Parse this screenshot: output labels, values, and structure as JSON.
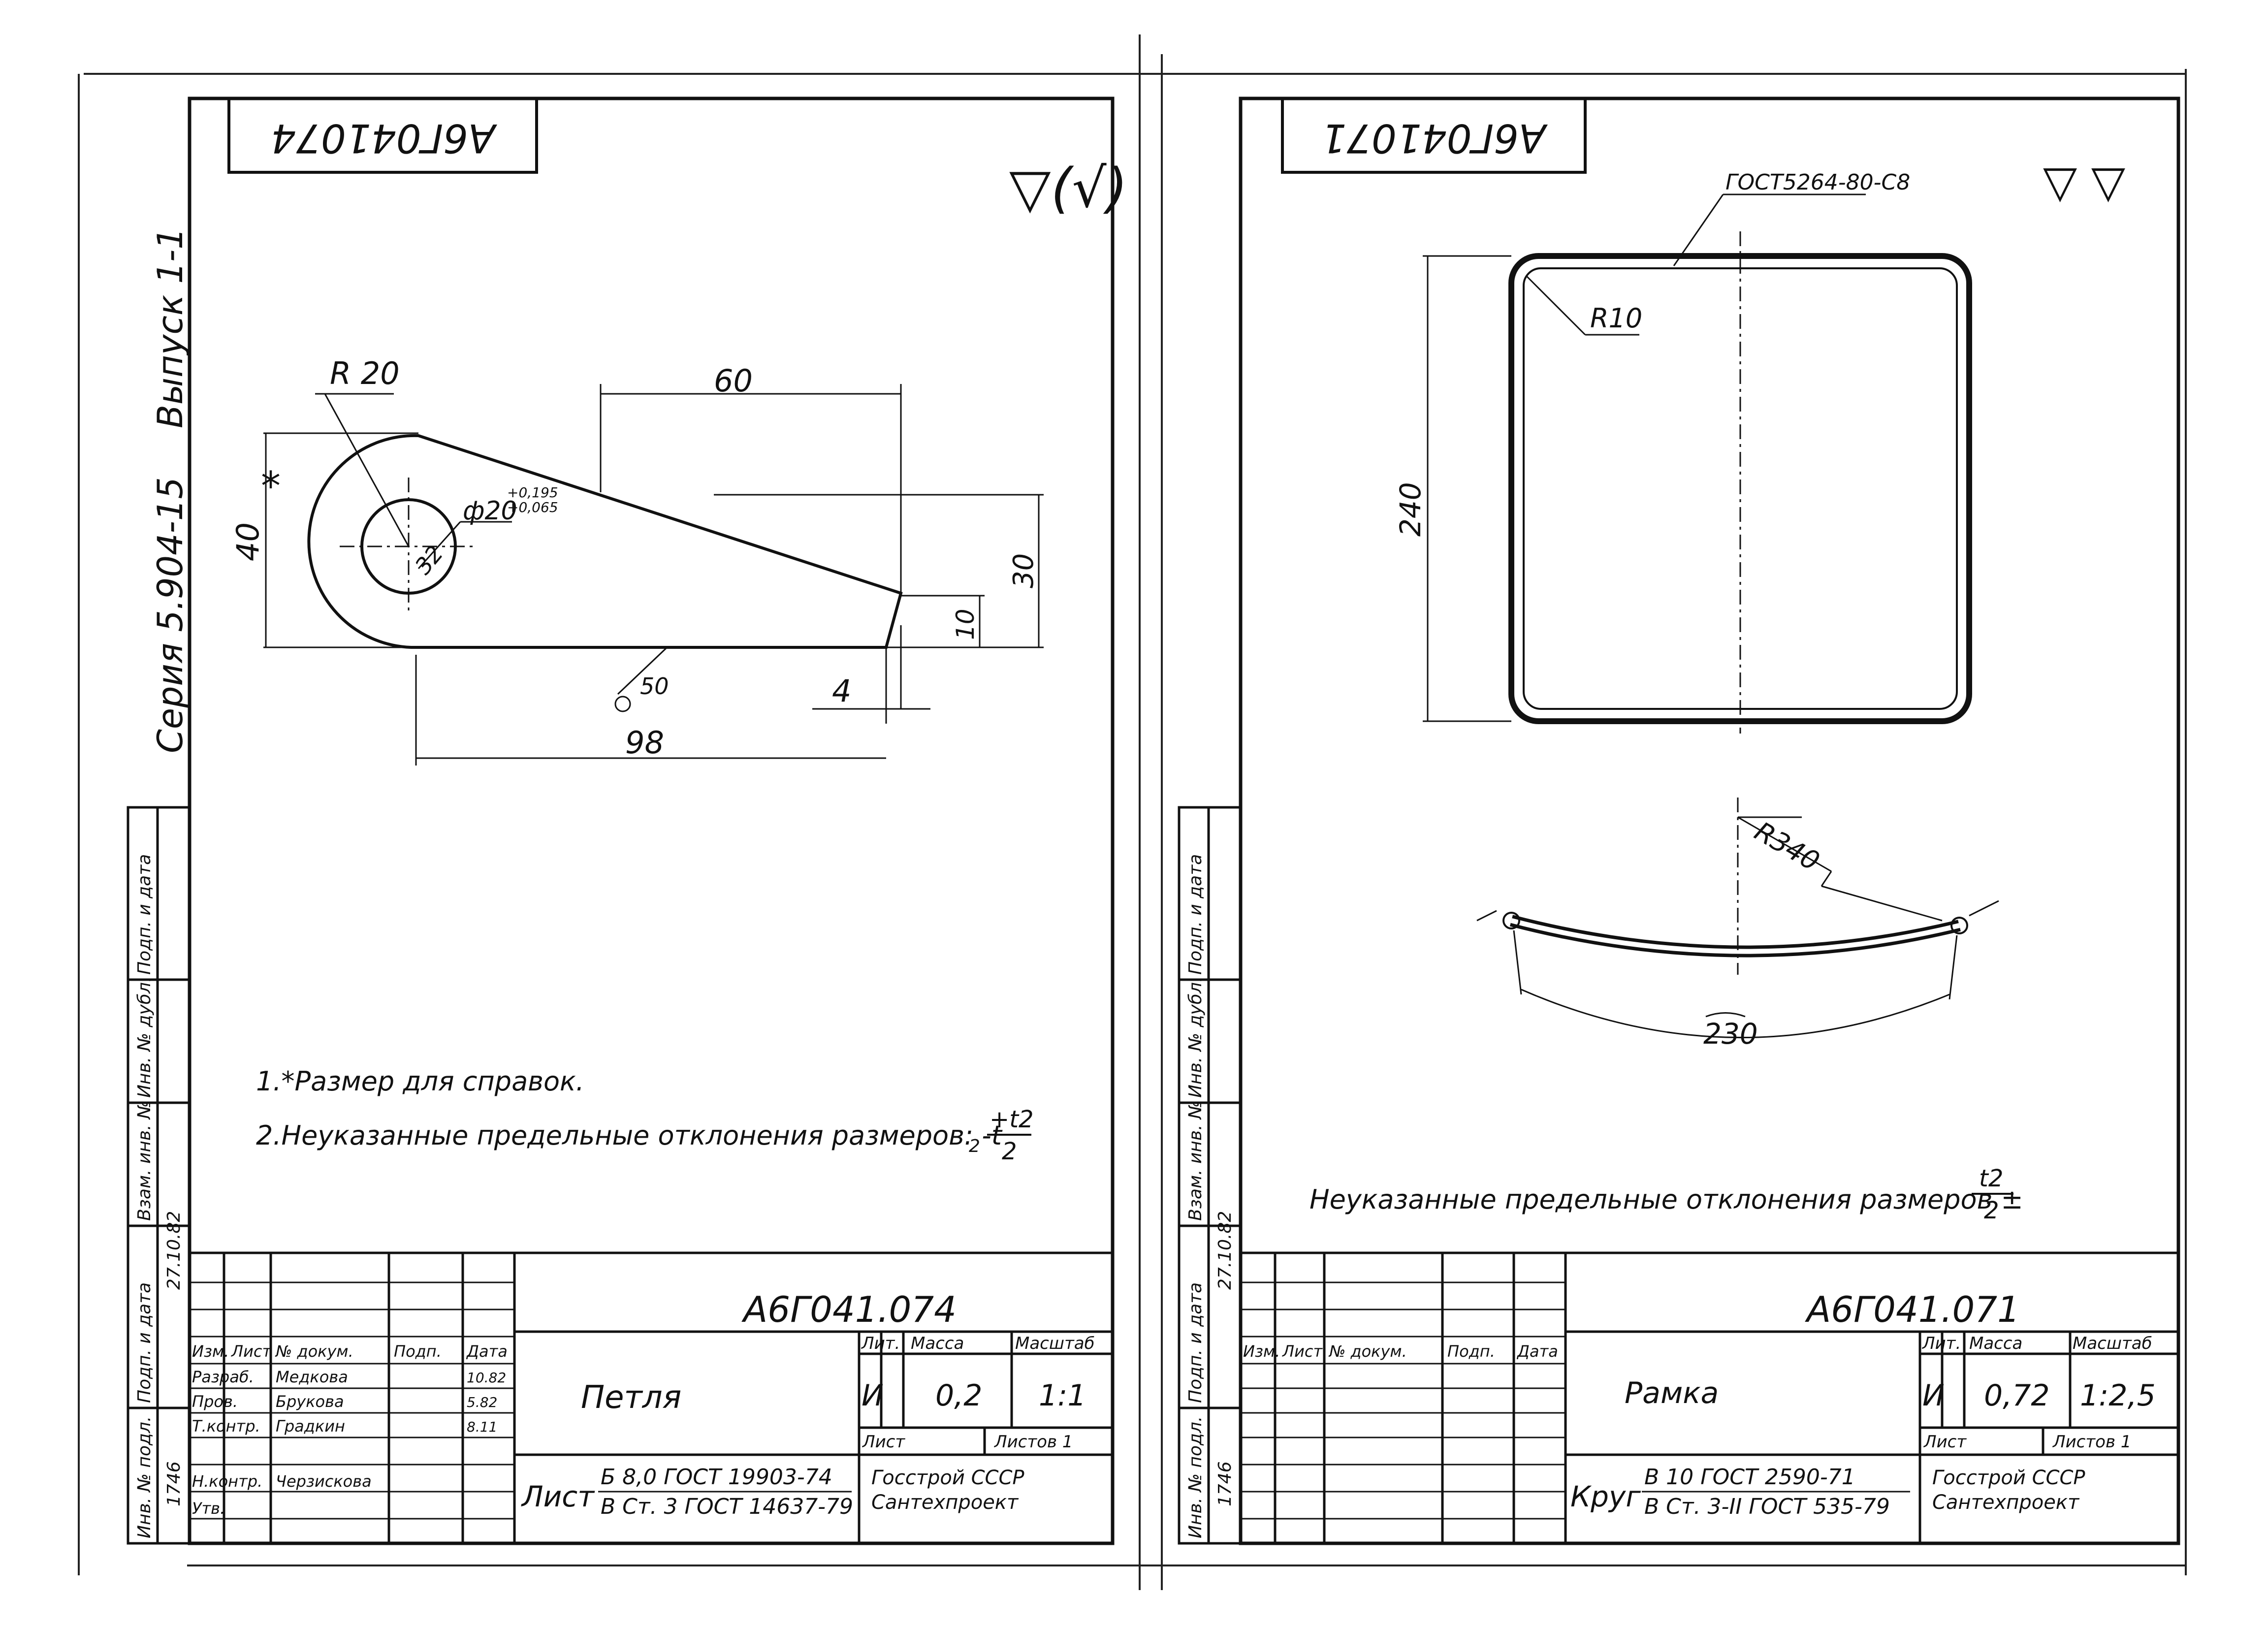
{
  "left_sheet": {
    "corner_code": "А6Г041074",
    "roughness": "▽(√)",
    "series": "Серия 5.904-15",
    "issue": "Выпуск 1-1",
    "dims": {
      "r20": "R 20",
      "d60": "60",
      "d40": "40",
      "star": "*",
      "hole": "ф20",
      "hole_tol_top": "+0,195",
      "hole_tol_bot": "+0,065",
      "d32": "32",
      "d30": "30",
      "d10": "10",
      "d4": "4",
      "d98": "98",
      "rough50": "50"
    },
    "note1": "1.*Размер для справок.",
    "note2": "2.Неуказанные предельные отклонения размеров: -t",
    "note2_sub": "2",
    "note2_tol_num": "+t2",
    "note2_tol_den": "2",
    "side_table": [
      "Подп. и дата",
      "Инв. № дубл.",
      "Взам. инв. №",
      "Подп. и дата",
      "Инв. № подл."
    ],
    "side_date": "27.10.82",
    "side_inv": "1746",
    "title_code": "А6Г041.074",
    "part_name": "Петля",
    "head_cols": [
      "Изм.",
      "Лист",
      "№ докум.",
      "Подп.",
      "Дата"
    ],
    "roles": [
      "Разраб.",
      "Пров.",
      "Т.контр.",
      "Н.контр.",
      "Утв."
    ],
    "names": [
      "Медкова",
      "Брукова",
      "Градкин",
      "Черзискова"
    ],
    "dates": [
      "10.82",
      "5.82",
      "8.11"
    ],
    "lit_label": "Лит.",
    "mass_label": "Масса",
    "scale_label": "Масштаб",
    "lit_value": "И",
    "mass_value": "0,2",
    "scale_value": "1:1",
    "sheet_label": "Лист",
    "sheets_label": "Листов 1",
    "material_prefix": "Лист",
    "material_top": "Б 8,0 ГОСТ 19903-74",
    "material_bot": "В Ст. 3 ГОСТ 14637-79",
    "org1": "Госстрой СССР",
    "org2": "Сантехпроект"
  },
  "right_sheet": {
    "corner_code": "А6Г041071",
    "roughness": "▽ ▽",
    "weld_note": "ГОСТ5264-80-С8",
    "dims": {
      "r10": "R10",
      "d240": "240",
      "r340": "R340",
      "d230": "230"
    },
    "note": "Неуказанные предельные отклонения размеров ±",
    "note_tol_num": "t2",
    "note_tol_den": "2",
    "side_date": "27.10.82",
    "side_inv": "1746",
    "title_code": "А6Г041.071",
    "part_name": "Рамка",
    "lit_value": "И",
    "mass_value": "0,72",
    "scale_value": "1:2,5",
    "sheets_label": "Листов 1",
    "material_prefix": "Круг",
    "material_top": "В 10 ГОСТ 2590-71",
    "material_bot": "В Ст. 3-II ГОСТ 535-79",
    "org1": "Госстрой СССР",
    "org2": "Сантехпроект"
  }
}
